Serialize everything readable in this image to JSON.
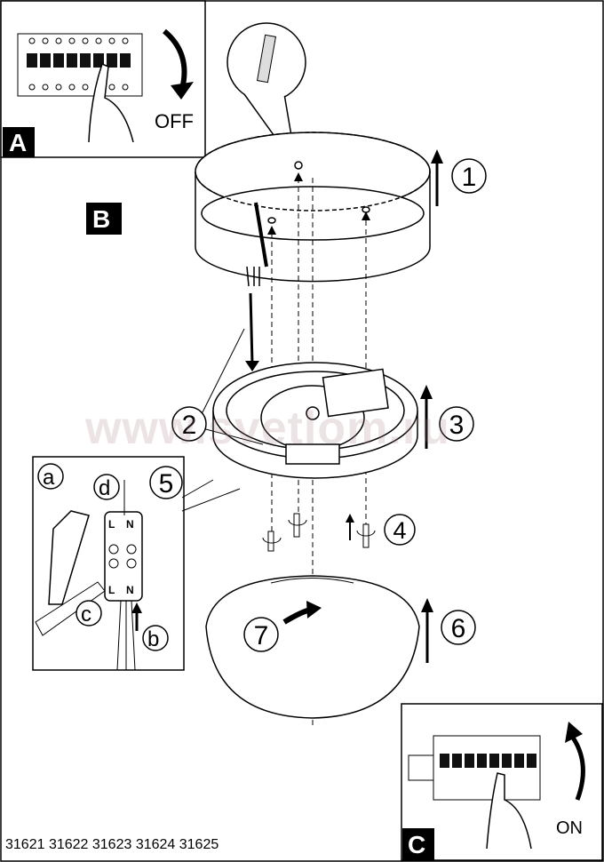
{
  "panels": {
    "A": {
      "letter": "A",
      "action": "OFF"
    },
    "B": {
      "letter": "B"
    },
    "C": {
      "letter": "C",
      "action": "ON"
    }
  },
  "steps": [
    "1",
    "2",
    "3",
    "4",
    "5",
    "6",
    "7"
  ],
  "wiring_detail": {
    "sub_steps": [
      "a",
      "b",
      "c",
      "d"
    ],
    "terminal_labels": [
      "L",
      "N",
      "L",
      "N"
    ]
  },
  "model_numbers": "31621 31622 31623 31624 31625",
  "watermark": "www.svetlom.ru"
}
